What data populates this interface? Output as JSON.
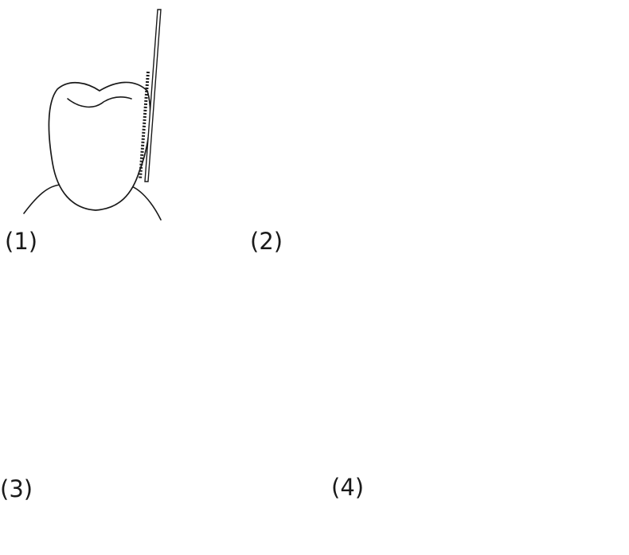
{
  "labels": {
    "panel1": "(1)",
    "panel2": "(2)",
    "panel3": "(3)",
    "panel4": "(4)"
  },
  "colors": {
    "line": "#1a1a1a",
    "instrument_light": "#cfcfcf",
    "instrument_mid": "#b3b3b3",
    "instrument_dark": "#8e8e8e"
  }
}
